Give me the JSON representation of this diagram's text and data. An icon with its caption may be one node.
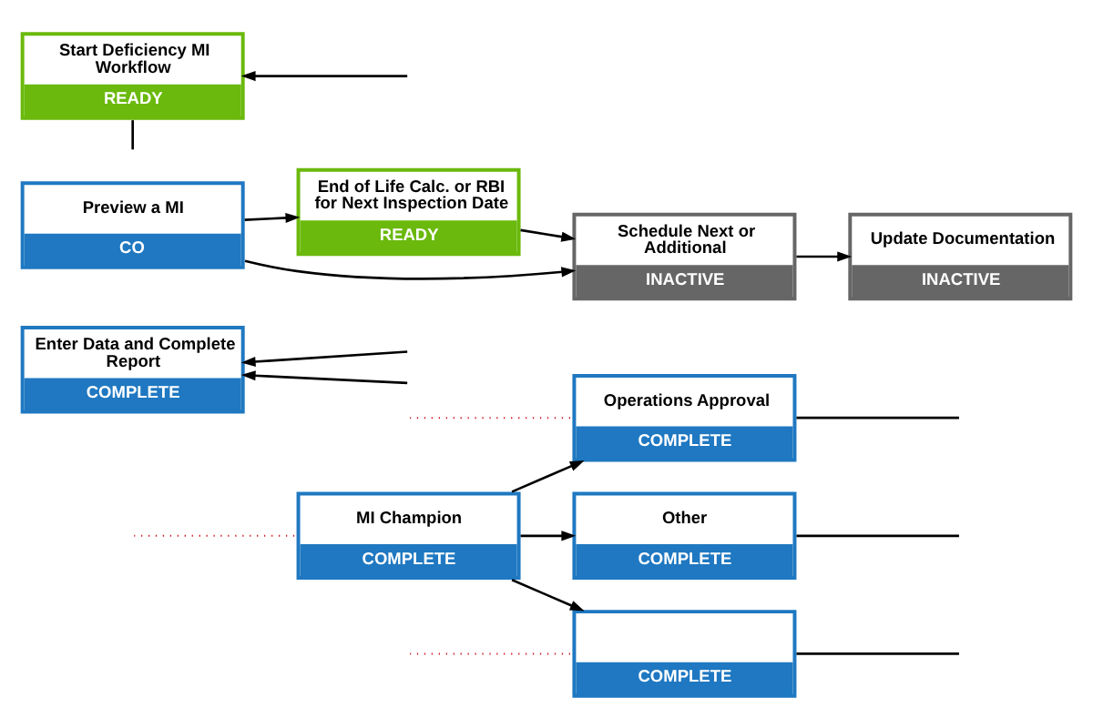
{
  "diagram": {
    "nodes": [
      {
        "text": [
          "COMPLETE"
        ]
      },
      {
        "text": [
          "MI Champion",
          "COMPLETE"
        ]
      },
      {
        "text": [
          "Operations Approval",
          "COMPLETE"
        ]
      },
      {
        "text": [
          "Other",
          "COMPLETE"
        ]
      },
      {
        "text": [
          "Enter Data and Complete Report",
          "COMPLETE"
        ]
      },
      {
        "text": [
          "Preview a MI",
          "CO"
        ]
      },
      {
        "text": [
          "End of Life Calc. or RBI for Next Inspection Date",
          "READY"
        ]
      },
      {
        "text": [
          "Schedule Next or Additional",
          "INACTIVE"
        ]
      },
      {
        "text": [
          "Update Documentation",
          "INACTIVE"
        ]
      },
      {
        "text": [
          "Start Deficiency MI Workflow",
          "READY"
        ]
      }
    ],
    "edges": [
      {
        "from": 1,
        "to": 0,
        "arrow": "to"
      },
      {
        "from": 1,
        "to": 2,
        "arrow": "to"
      },
      {
        "from": 1,
        "to": 3,
        "arrow": "to"
      },
      {
        "from": 0,
        "to": null,
        "arrow": "none"
      },
      {
        "from": 2,
        "to": null,
        "arrow": "none"
      },
      {
        "from": 3,
        "to": null,
        "arrow": "none"
      },
      {
        "from": null,
        "to": 4,
        "arrow": "to"
      },
      {
        "from": null,
        "to": 4,
        "arrow": "to"
      },
      {
        "from": 5,
        "to": 6,
        "arrow": "to"
      },
      {
        "from": 5,
        "to": 7,
        "arrow": "to"
      },
      {
        "from": 6,
        "to": 7,
        "arrow": "to"
      },
      {
        "from": 7,
        "to": 8,
        "arrow": "to"
      },
      {
        "from": null,
        "to": 9,
        "arrow": "to"
      },
      {
        "from": 9,
        "to": null,
        "arrow": "none"
      },
      {
        "from": 0,
        "to": null,
        "arrow": "none",
        "style": "dashed",
        "color": "#d0202a"
      },
      {
        "from": 1,
        "to": null,
        "arrow": "none",
        "style": "dashed",
        "color": "#d0202a"
      },
      {
        "from": 2,
        "to": null,
        "arrow": "none",
        "style": "dashed",
        "color": "#d0202a"
      }
    ]
  }
}
